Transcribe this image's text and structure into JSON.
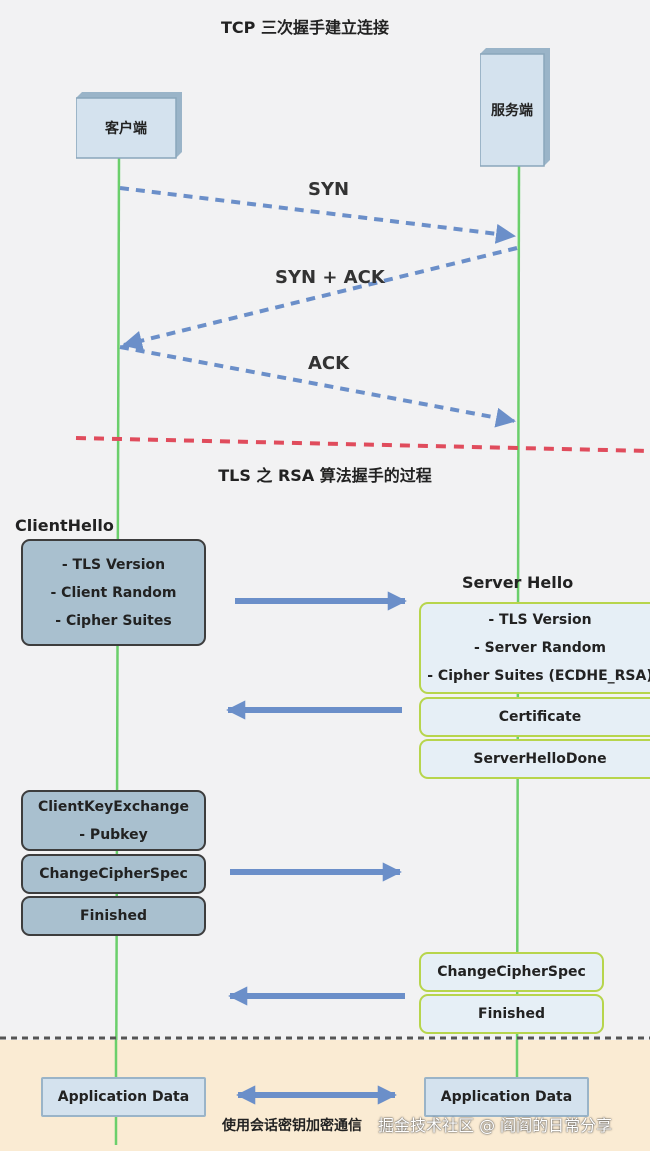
{
  "tcp_title": "TCP 三次握手建立连接",
  "tls_title": "TLS 之 RSA 算法握手的过程",
  "client_label": "客户端",
  "server_label": "服务端",
  "syn": "SYN",
  "syn_ack": "SYN + ACK",
  "ack": "ACK",
  "client_hello": {
    "title": "ClientHello",
    "lines": [
      "- TLS Version",
      "- Client Random",
      "- Cipher Suites"
    ]
  },
  "server_hello": {
    "title": "Server Hello",
    "lines": [
      "- TLS Version",
      "- Server Random",
      "- Cipher Suites (ECDHE_RSA)"
    ]
  },
  "certificate": "Certificate",
  "server_hello_done": "ServerHelloDone",
  "client_key_exchange": [
    "ClientKeyExchange",
    "- Pubkey"
  ],
  "change_cipher_spec_client": "ChangeCipherSpec",
  "finished_client": "Finished",
  "change_cipher_spec_server": "ChangeCipherSpec",
  "finished_server": "Finished",
  "app_data_client": "Application Data",
  "app_data_server": "Application Data",
  "session_note": "使用会话密钥加密通信",
  "watermark": "掘金技术社区 @ 阎阎的日常分享",
  "colors": {
    "lifeline": "#6bcf6b",
    "arrow": "#6b8fc9",
    "tls_divider": "#e04c5c",
    "app_divider": "#555555"
  }
}
